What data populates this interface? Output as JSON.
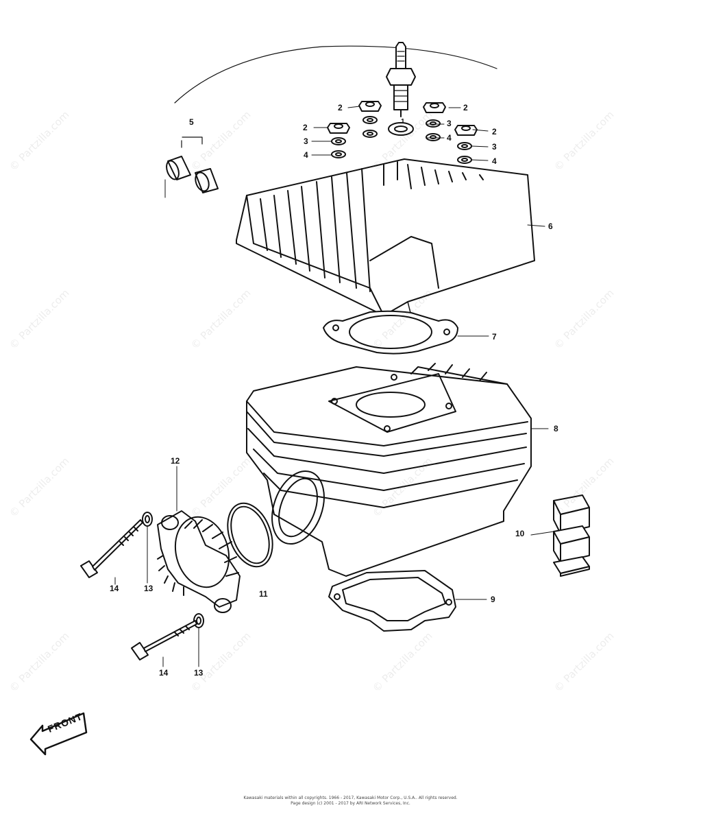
{
  "watermark": "© Partzilla.com",
  "callouts": {
    "c1": "1",
    "c2a": "2",
    "c2b": "2",
    "c2c": "2",
    "c2d": "2",
    "c3a": "3",
    "c3b": "3",
    "c3c": "3",
    "c4a": "4",
    "c4b": "4",
    "c4c": "4",
    "c5": "5",
    "c6": "6",
    "c7": "7",
    "c8": "8",
    "c9": "9",
    "c10": "10",
    "c11": "11",
    "c12": "12",
    "c13a": "13",
    "c13b": "13",
    "c14a": "14",
    "c14b": "14"
  },
  "front_badge": "FRONT",
  "footer": {
    "line1": "Kawasaki materials within all copyrights. 1966 - 2017, Kawasaki Motor Corp., U.S.A.. All rights reserved.",
    "line2": "Page design (c) 2001 - 2017 by ARI Network Services, Inc."
  }
}
